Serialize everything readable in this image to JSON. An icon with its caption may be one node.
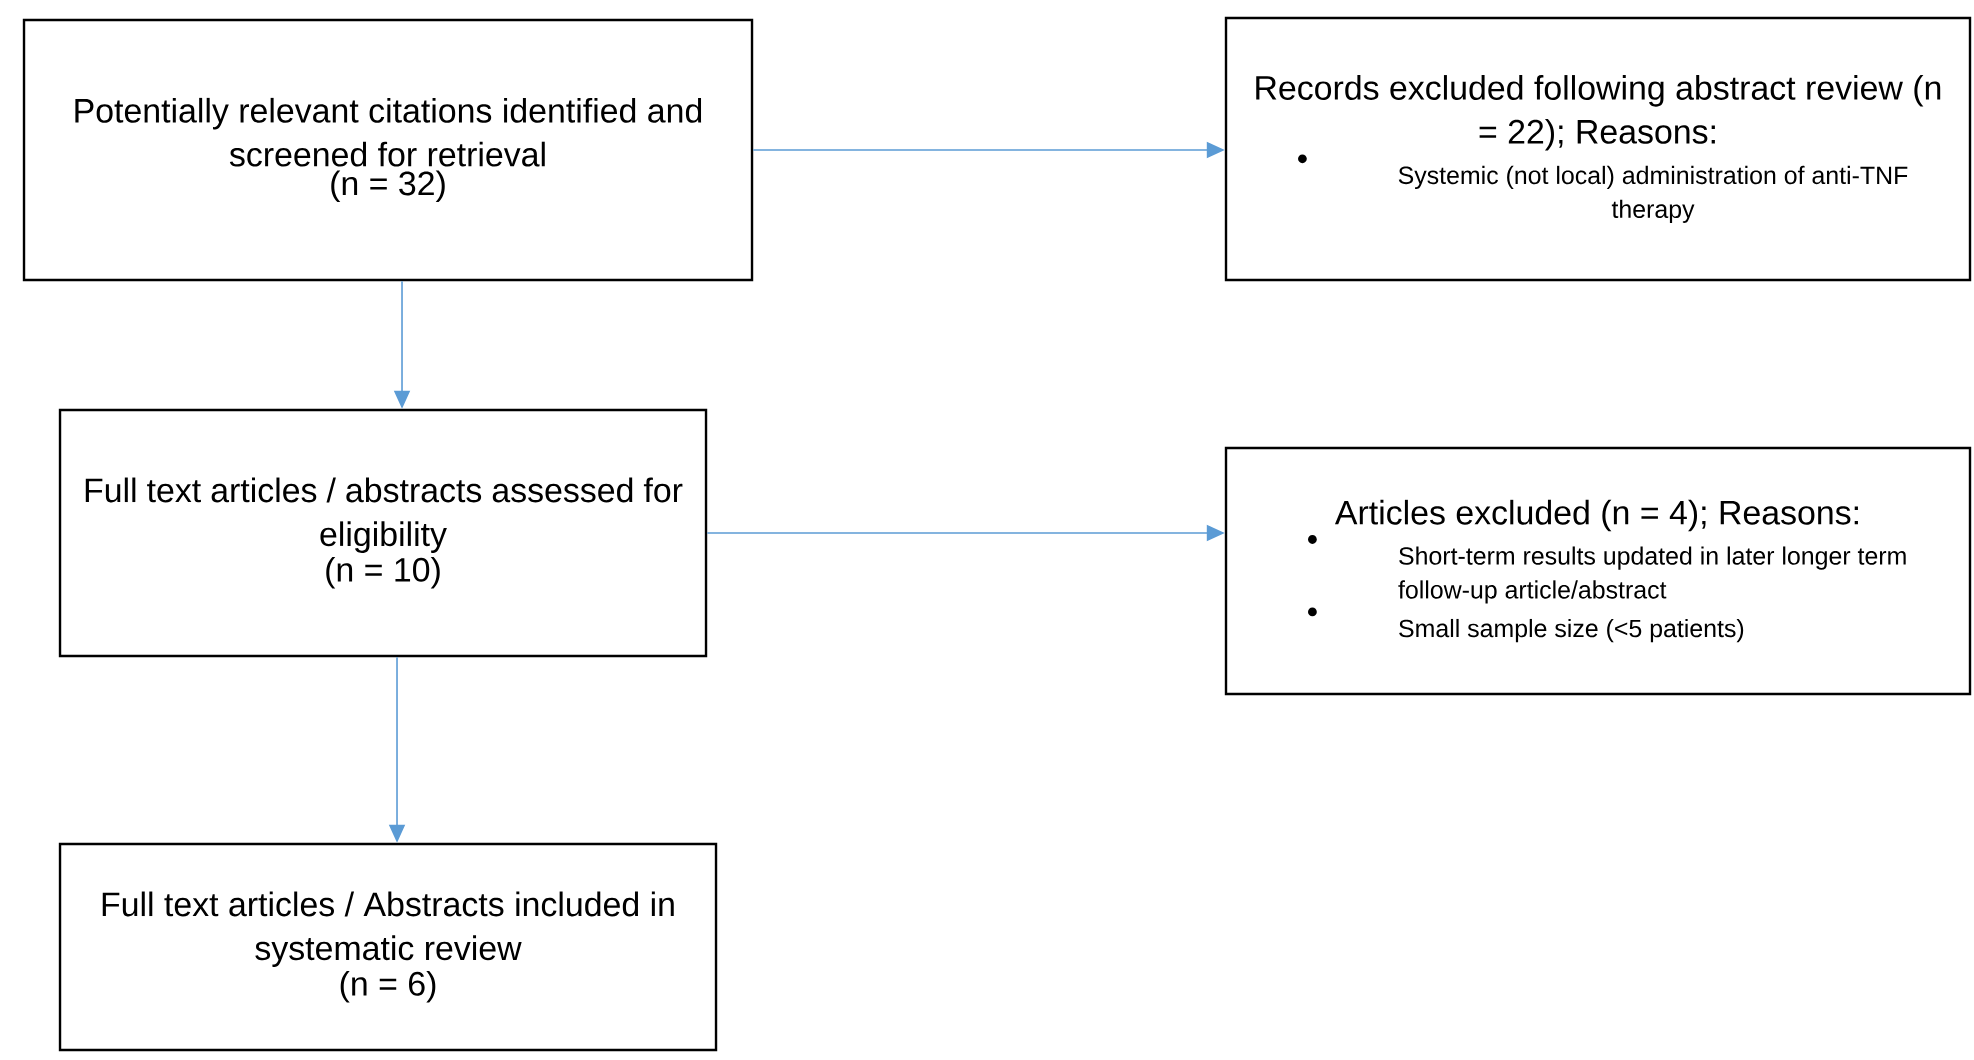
{
  "diagram": {
    "nodes": [
      {
        "text": [
          "Potentially relevant citations identified and screened for retrieval",
          "(n = 32)"
        ]
      },
      {
        "text": [
          "Records excluded following abstract review (n = 22); Reasons:",
          "Systemic (not local) administration of anti-TNF therapy"
        ]
      },
      {
        "text": [
          "Full text articles / abstracts assessed for eligibility",
          "(n = 10)"
        ]
      },
      {
        "text": [
          "Articles excluded (n = 4); Reasons:",
          "Short-term results updated in later longer term follow-up article/abstract",
          "Small sample size (<5 patients)"
        ]
      },
      {
        "text": [
          "Full text articles / Abstracts included in systematic review",
          "(n = 6)"
        ]
      }
    ],
    "edges": [
      {
        "from": 0,
        "to": 1,
        "arrow": "to"
      },
      {
        "from": 0,
        "to": 2,
        "arrow": "to"
      },
      {
        "from": 2,
        "to": 3,
        "arrow": "to"
      },
      {
        "from": 2,
        "to": 4,
        "arrow": "to"
      }
    ]
  }
}
